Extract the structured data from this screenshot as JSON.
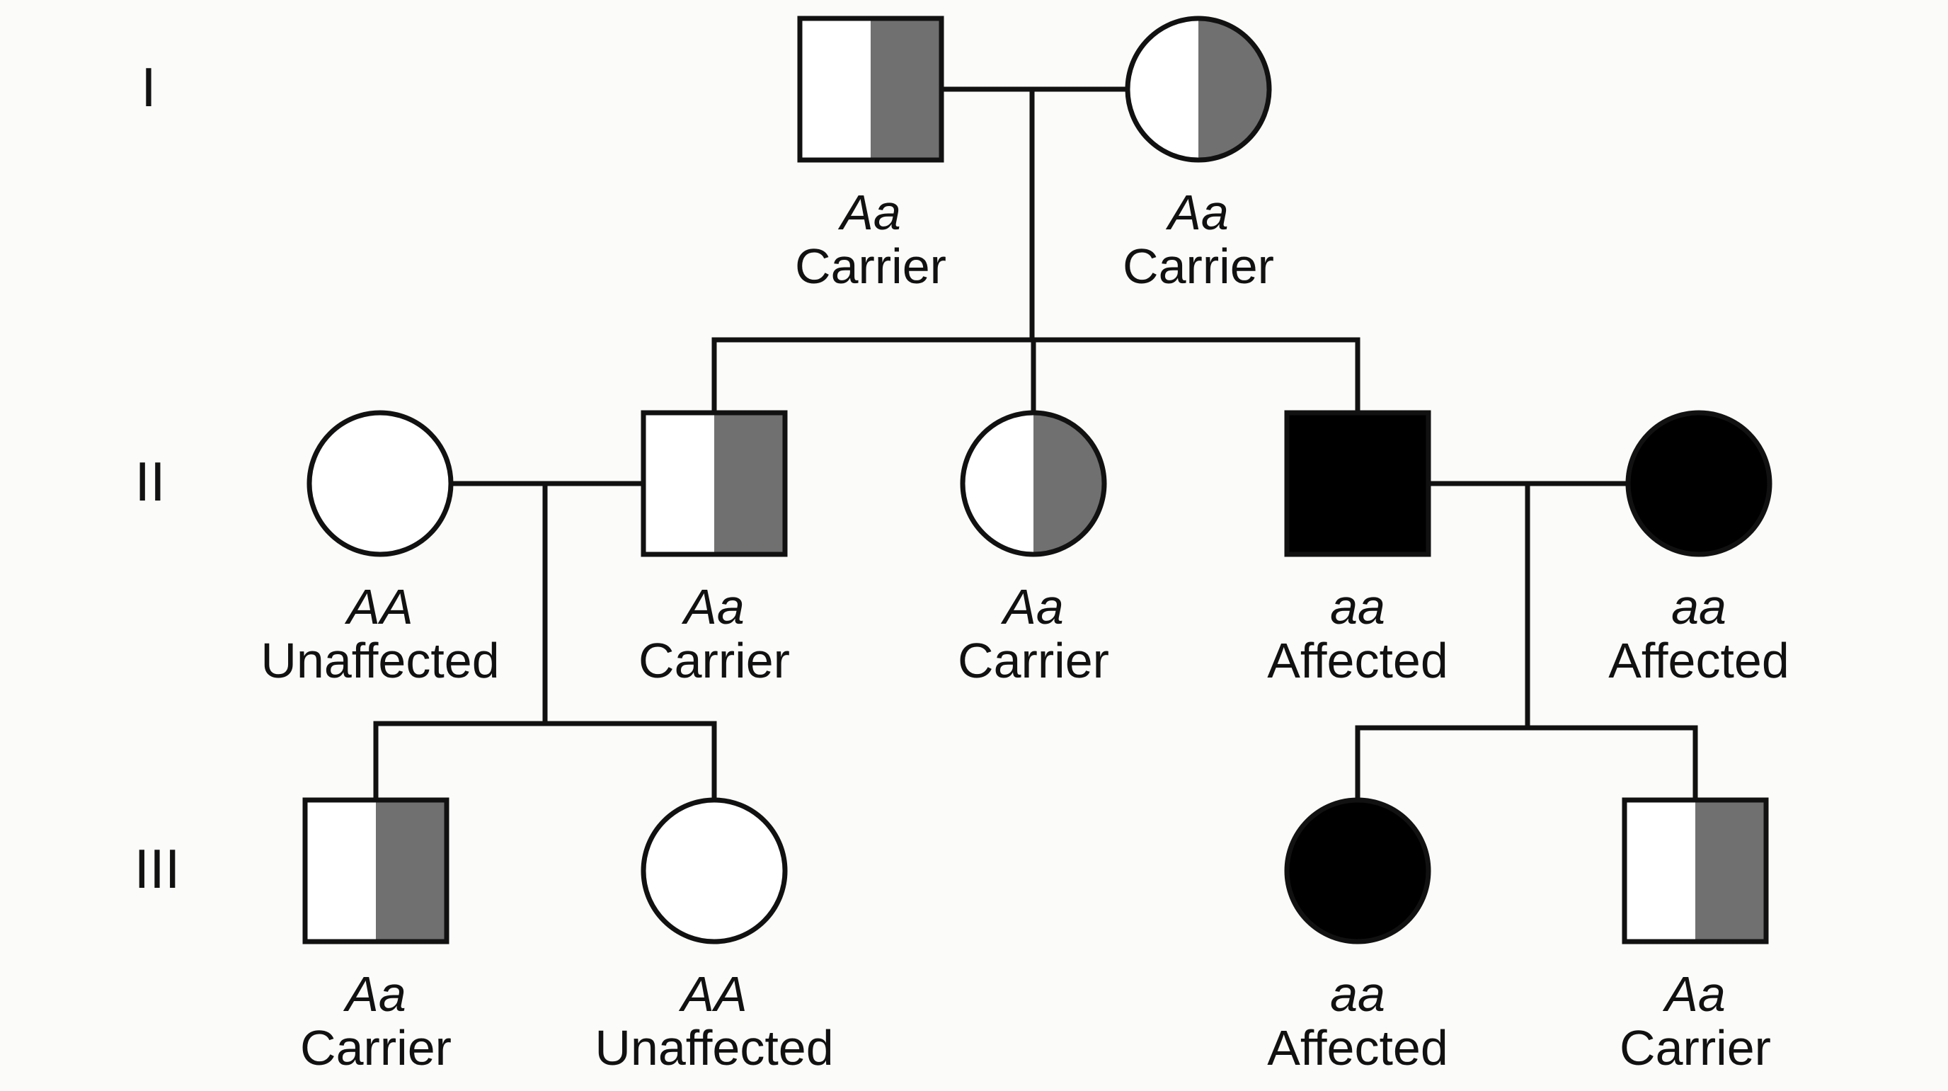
{
  "colors": {
    "background": "#fbfbf9",
    "line": "#111111",
    "carrier_shade": "#707070",
    "affected_fill": "#000000",
    "unaffected_fill": "#ffffff"
  },
  "generations": [
    "I",
    "II",
    "III"
  ],
  "individuals": [
    {
      "id": "I-1",
      "generation": "I",
      "sex": "male",
      "status": "carrier",
      "genotype": "Aa",
      "label": "Carrier"
    },
    {
      "id": "I-2",
      "generation": "I",
      "sex": "female",
      "status": "carrier",
      "genotype": "Aa",
      "label": "Carrier"
    },
    {
      "id": "II-1",
      "generation": "II",
      "sex": "female",
      "status": "unaffected",
      "genotype": "AA",
      "label": "Unaffected"
    },
    {
      "id": "II-2",
      "generation": "II",
      "sex": "male",
      "status": "carrier",
      "genotype": "Aa",
      "label": "Carrier"
    },
    {
      "id": "II-3",
      "generation": "II",
      "sex": "female",
      "status": "carrier",
      "genotype": "Aa",
      "label": "Carrier"
    },
    {
      "id": "II-4",
      "generation": "II",
      "sex": "male",
      "status": "affected",
      "genotype": "aa",
      "label": "Affected"
    },
    {
      "id": "II-5",
      "generation": "II",
      "sex": "female",
      "status": "affected",
      "genotype": "aa",
      "label": "Affected"
    },
    {
      "id": "III-1",
      "generation": "III",
      "sex": "male",
      "status": "carrier",
      "genotype": "Aa",
      "label": "Carrier"
    },
    {
      "id": "III-2",
      "generation": "III",
      "sex": "female",
      "status": "unaffected",
      "genotype": "AA",
      "label": "Unaffected"
    },
    {
      "id": "III-3",
      "generation": "III",
      "sex": "female",
      "status": "affected",
      "genotype": "aa",
      "label": "Affected"
    },
    {
      "id": "III-4",
      "generation": "III",
      "sex": "male",
      "status": "carrier",
      "genotype": "Aa",
      "label": "Carrier"
    }
  ],
  "matings": [
    {
      "partners": [
        "I-1",
        "I-2"
      ],
      "children": [
        "II-2",
        "II-3",
        "II-4"
      ]
    },
    {
      "partners": [
        "II-1",
        "II-2"
      ],
      "children": [
        "III-1",
        "III-2"
      ]
    },
    {
      "partners": [
        "II-4",
        "II-5"
      ],
      "children": [
        "III-3",
        "III-4"
      ]
    }
  ]
}
